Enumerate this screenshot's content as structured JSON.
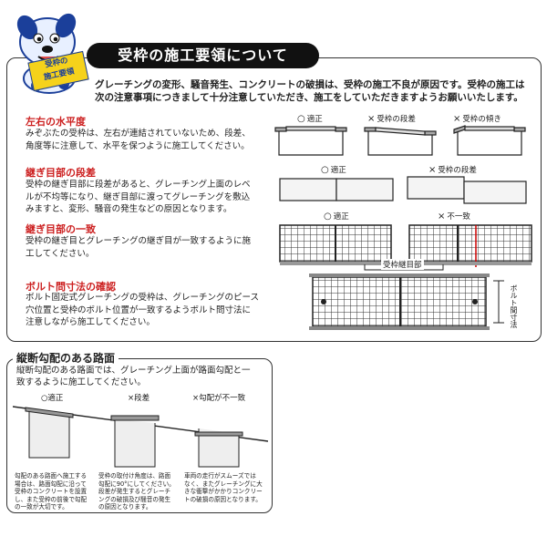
{
  "mascot": {
    "badge_line1": "受枠の",
    "badge_line2": "施工要領"
  },
  "title": "受枠の施工要領について",
  "intro": {
    "line1": "グレーチングの変形、騒音発生、コンクリートの破損は、受枠の施工不良が原因です。受枠の施工は",
    "line2": "次の注意事項につきまして十分注意していただき、施工をしていただきますようお願いいたします。"
  },
  "sections": [
    {
      "heading": "左右の水平度",
      "lines": [
        "みぞぶたの受枠は、左右が連結されていないため、段差、",
        "角度等に注意して、水平を保つように施工してください。"
      ]
    },
    {
      "heading": "継ぎ目部の段差",
      "lines": [
        "受枠の継ぎ目部に段差があると、グレーチング上面のレベ",
        "ルが不均等になり、継ぎ目部に渡ってグレーチングを敷込",
        "みますと、変形、騒音の発生などの原因となります。"
      ]
    },
    {
      "heading": "継ぎ目部の一致",
      "lines": [
        "受枠の継ぎ目とグレーチングの継ぎ目が一致するように施",
        "工してください。"
      ]
    },
    {
      "heading": "ボルト問寸法の確認",
      "lines": [
        "ボルト固定式グレーチングの受枠は、グレーチングのピース",
        "穴位置と受枠のボルト位置が一致するようボルト問寸法に",
        "注意しながら施工してください。"
      ]
    }
  ],
  "diagram_labels": {
    "level_ok": "適正",
    "level_step": "受枠の段差",
    "level_tilt": "受枠の傾き",
    "joint_ok": "適正",
    "joint_step": "受枠の段差",
    "match_ok": "適正",
    "match_ng": "不一致",
    "seam": "受枠継目部",
    "bolt_pitch": "ボルト間寸法"
  },
  "marks": {
    "ok": "○",
    "ng": "×"
  },
  "bottom": {
    "title": "縦断勾配のある路面",
    "text_line1": "縦断勾配のある路面では、グレーチング上面が路面勾配と一",
    "text_line2": "致するように施工してください。",
    "labels": {
      "ok": "○適正",
      "step": "×段差",
      "mismatch": "×勾配が不一致"
    },
    "captions": [
      [
        "勾配のある路面へ施工する",
        "場合は、路面勾配に沿って",
        "受枠のコンクリートを設置",
        "し、また受枠の前後で勾配",
        "の一致が大切です。"
      ],
      [
        "受枠の取付け角度は、路面",
        "勾配に90°にしてください。",
        "段差が発生するとグレーチ",
        "ングの破損及び騒音の発生",
        "の原因となります。"
      ],
      [
        "車両の走行がスムーズでは",
        "なく、またグレーチングに大",
        "きな衝撃がかかりコンクリー",
        "トの破損の原因となります。"
      ]
    ]
  }
}
